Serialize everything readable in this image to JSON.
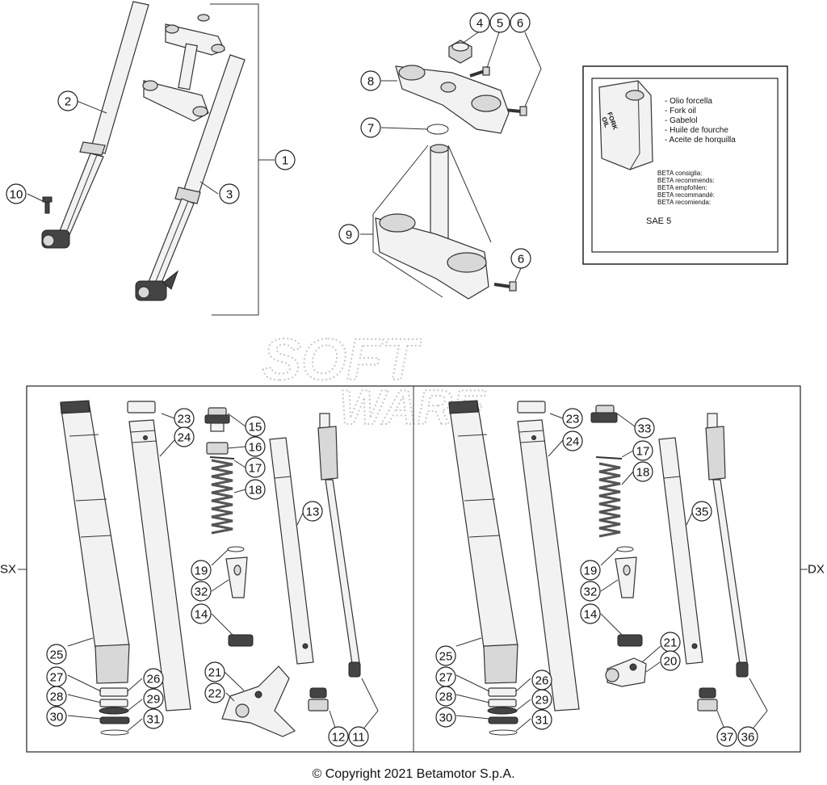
{
  "diagram": {
    "top_group_label": "1",
    "callouts": [
      {
        "id": "c1",
        "label": "1"
      },
      {
        "id": "c2",
        "label": "2"
      },
      {
        "id": "c3",
        "label": "3"
      },
      {
        "id": "c4",
        "label": "4"
      },
      {
        "id": "c5",
        "label": "5"
      },
      {
        "id": "c6a",
        "label": "6"
      },
      {
        "id": "c6b",
        "label": "6"
      },
      {
        "id": "c7",
        "label": "7"
      },
      {
        "id": "c8",
        "label": "8"
      },
      {
        "id": "c9",
        "label": "9"
      },
      {
        "id": "c10",
        "label": "10"
      },
      {
        "id": "l23",
        "label": "23"
      },
      {
        "id": "l24",
        "label": "24"
      },
      {
        "id": "l15",
        "label": "15"
      },
      {
        "id": "l16",
        "label": "16"
      },
      {
        "id": "l17",
        "label": "17"
      },
      {
        "id": "l18",
        "label": "18"
      },
      {
        "id": "l13",
        "label": "13"
      },
      {
        "id": "l19",
        "label": "19"
      },
      {
        "id": "l32",
        "label": "32"
      },
      {
        "id": "l14",
        "label": "14"
      },
      {
        "id": "l25",
        "label": "25"
      },
      {
        "id": "l27",
        "label": "27"
      },
      {
        "id": "l26",
        "label": "26"
      },
      {
        "id": "l28",
        "label": "28"
      },
      {
        "id": "l29",
        "label": "29"
      },
      {
        "id": "l30",
        "label": "30"
      },
      {
        "id": "l31",
        "label": "31"
      },
      {
        "id": "l21",
        "label": "21"
      },
      {
        "id": "l22",
        "label": "22"
      },
      {
        "id": "l12",
        "label": "12"
      },
      {
        "id": "l11",
        "label": "11"
      },
      {
        "id": "r23",
        "label": "23"
      },
      {
        "id": "r24",
        "label": "24"
      },
      {
        "id": "r33",
        "label": "33"
      },
      {
        "id": "r17",
        "label": "17"
      },
      {
        "id": "r18",
        "label": "18"
      },
      {
        "id": "r35",
        "label": "35"
      },
      {
        "id": "r19",
        "label": "19"
      },
      {
        "id": "r32",
        "label": "32"
      },
      {
        "id": "r14",
        "label": "14"
      },
      {
        "id": "r25",
        "label": "25"
      },
      {
        "id": "r27",
        "label": "27"
      },
      {
        "id": "r26",
        "label": "26"
      },
      {
        "id": "r28",
        "label": "28"
      },
      {
        "id": "r29",
        "label": "29"
      },
      {
        "id": "r30",
        "label": "30"
      },
      {
        "id": "r31",
        "label": "31"
      },
      {
        "id": "r21",
        "label": "21"
      },
      {
        "id": "r20",
        "label": "20"
      },
      {
        "id": "r37",
        "label": "37"
      },
      {
        "id": "r36",
        "label": "36"
      }
    ],
    "side_left": "SX",
    "side_right": "DX",
    "oil_box": {
      "can_label": [
        "FORK",
        "OIL"
      ],
      "names": [
        "- Olio forcella",
        "- Fork oil",
        "- Gabelol",
        "- Huile de fourche",
        "- Aceite de horquilla"
      ],
      "recommend": [
        "BETA consiglia:",
        "BETA recommends:",
        "BETA empfohlen:",
        "BETA recommandé:",
        "BETA recomienda:"
      ],
      "grade": "SAE 5"
    },
    "watermark": [
      "SOFT",
      "WARE"
    ],
    "copyright": "© Copyright 2021 Betamotor S.p.A."
  }
}
